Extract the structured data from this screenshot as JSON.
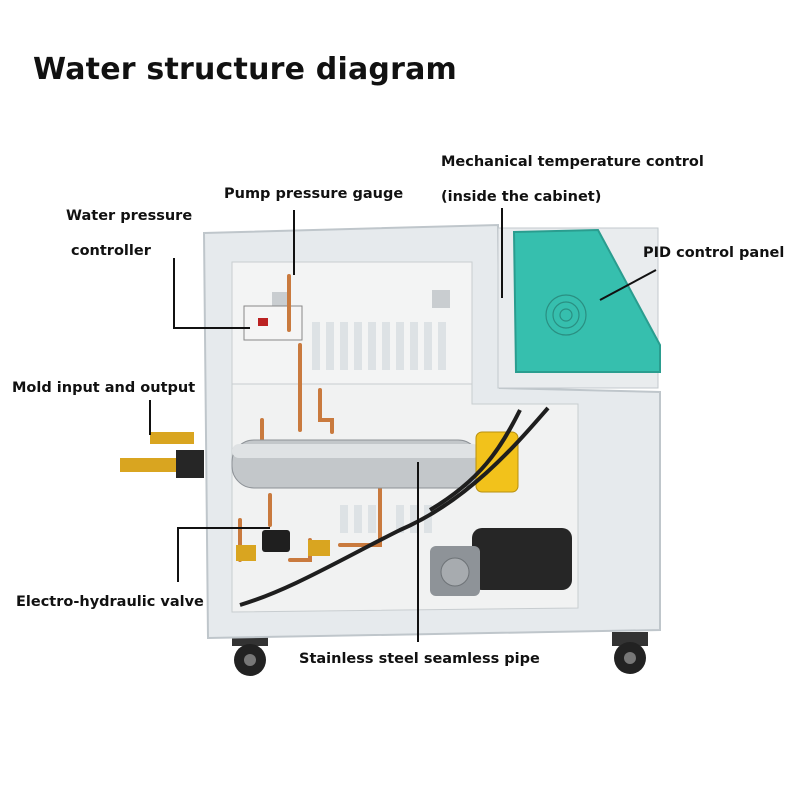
{
  "title": "Water structure diagram",
  "labels": {
    "mechanical_temp_line1": "Mechanical temperature control",
    "mechanical_temp_line2": "(inside the cabinet)",
    "pump_pressure_gauge": "Pump pressure gauge",
    "water_pressure_line1": "Water pressure",
    "water_pressure_line2": "controller",
    "pid_control_panel": "PID control panel",
    "mold_input_output": "Mold input and output",
    "electro_hydraulic_valve": "Electro-hydraulic valve",
    "stainless_pipe": "Stainless steel seamless pipe"
  },
  "colors": {
    "cabinet": "#e8ecef",
    "panel": "#36bfae",
    "copper": "#c97a3e",
    "brass": "#d9a520",
    "leader": "#111111"
  }
}
